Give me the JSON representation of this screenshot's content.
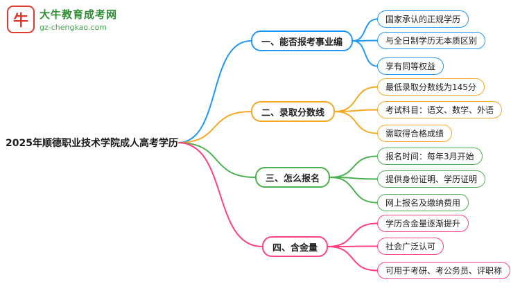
{
  "logo": {
    "name": "大牛教育成考网",
    "domain": "gz-chengkao.com",
    "icon": "bull-logo",
    "icon_glyph": "牛",
    "accent_red": "#e03a2f",
    "accent_green": "#2e8b33"
  },
  "root": {
    "label": "2025年顺德职业技术学院成人高考学历"
  },
  "branches": [
    {
      "label": "一、能否报考事业编",
      "color": "#2196f3",
      "children": [
        {
          "label": "国家承认的正规学历"
        },
        {
          "label": "与全日制学历无本质区别"
        },
        {
          "label": "享有同等权益"
        }
      ]
    },
    {
      "label": "二、录取分数线",
      "color": "#f7a823",
      "children": [
        {
          "label": "最低录取分数线为145分"
        },
        {
          "label": "考试科目：语文、数学、外语"
        },
        {
          "label": "需取得合格成绩"
        }
      ]
    },
    {
      "label": "三、怎么报名",
      "color": "#4caf50",
      "children": [
        {
          "label": "报名时间：每年3月开始"
        },
        {
          "label": "提供身份证明、学历证明"
        },
        {
          "label": "网上报名及缴纳费用"
        }
      ]
    },
    {
      "label": "四、含金量",
      "color": "#ff4081",
      "children": [
        {
          "label": "学历含金量逐渐提升"
        },
        {
          "label": "社会广泛认可"
        },
        {
          "label": "可用于考研、考公务员、评职称"
        }
      ]
    }
  ]
}
